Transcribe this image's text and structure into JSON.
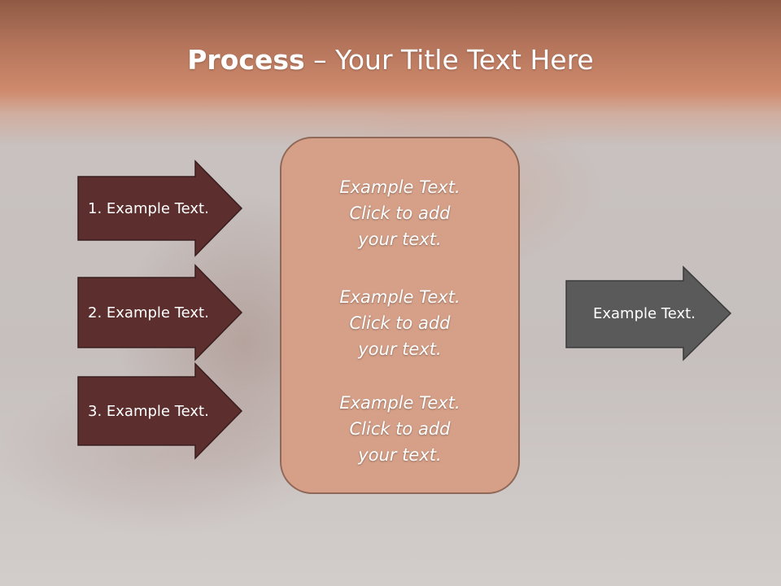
{
  "title": {
    "bold": "Process",
    "rest": " – Your Title Text Here"
  },
  "left_steps": [
    {
      "label": "1. Example Text."
    },
    {
      "label": "2. Example Text."
    },
    {
      "label": "3. Example Text."
    }
  ],
  "center_blocks": [
    {
      "line1": "Example Text.",
      "line2": "Click  to add",
      "line3": "your text."
    },
    {
      "line1": "Example Text.",
      "line2": "Click  to add",
      "line3": "your text."
    },
    {
      "line1": "Example Text.",
      "line2": "Click  to add",
      "line3": "your text."
    }
  ],
  "output": {
    "label": "Example Text."
  },
  "colors": {
    "step_fill": "#5c2e2e",
    "output_fill": "#5a5a5a",
    "center_fill": "#d6a088",
    "title_band": "#c98468"
  }
}
